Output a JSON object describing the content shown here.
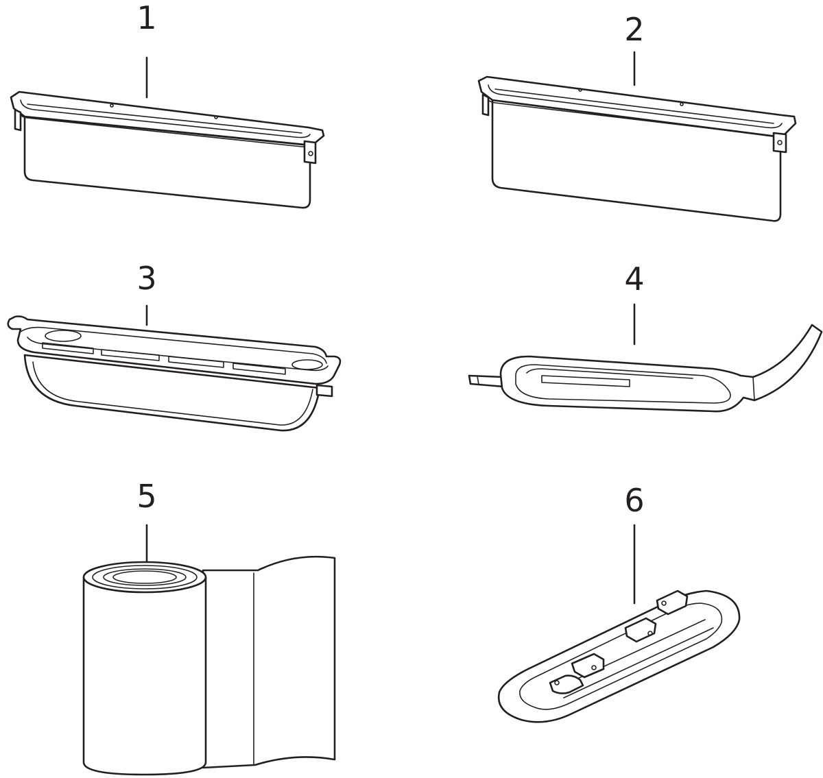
{
  "parts": [
    {
      "number": "1",
      "shape": "tray-with-clip-rim"
    },
    {
      "number": "2",
      "shape": "tray-with-clip-rim"
    },
    {
      "number": "3",
      "shape": "tray-with-gasket-frame"
    },
    {
      "number": "4",
      "shape": "mounting-tool"
    },
    {
      "number": "5",
      "shape": "sealing-tape-roll"
    },
    {
      "number": "6",
      "shape": "mounting-plate"
    }
  ],
  "colors": {
    "line": "#231f20",
    "background": "#ffffff"
  }
}
